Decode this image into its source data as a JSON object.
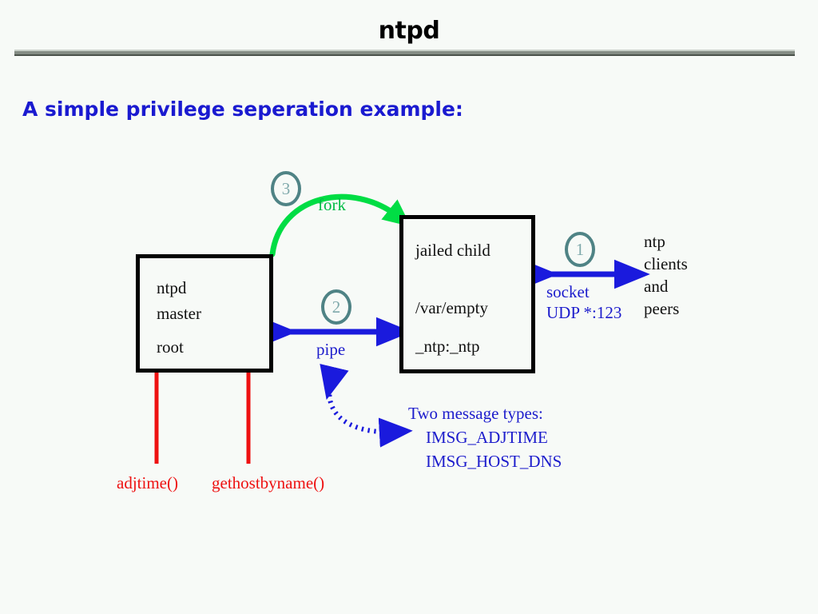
{
  "header": {
    "title": "ntpd",
    "rule_color": "#848c84"
  },
  "subtitle": "A simple privilege seperation example:",
  "colors": {
    "background": "#f7faf7",
    "blue": "#1c1ccc",
    "red": "#ee1111",
    "green": "#00dd44",
    "badge_ring": "#4f8385",
    "badge_text": "#7fa9ab",
    "box_border": "#000000"
  },
  "diagram": {
    "boxes": [
      {
        "id": "master",
        "lines": [
          "ntpd",
          "master",
          "root"
        ]
      },
      {
        "id": "child",
        "lines": [
          "jailed child",
          "/var/empty",
          "_ntp:_ntp"
        ]
      }
    ],
    "badges": [
      {
        "id": "1",
        "label": "1"
      },
      {
        "id": "2",
        "label": "2"
      },
      {
        "id": "3",
        "label": "3"
      }
    ],
    "connections": [
      {
        "id": "fork",
        "label": "fork",
        "style": "curved-green-arrow"
      },
      {
        "id": "pipe",
        "label": "pipe",
        "style": "blue-double-arrow"
      },
      {
        "id": "socket",
        "label": "socket",
        "sublabel": "UDP *:123",
        "style": "blue-double-arrow"
      },
      {
        "id": "imsg",
        "label": "",
        "style": "blue-dotted-double-arrow"
      }
    ],
    "endpoint_text": {
      "clients": [
        "ntp",
        "clients",
        "and",
        "peers"
      ]
    },
    "syscalls": [
      "adjtime()",
      "gethostbyname()"
    ],
    "messages": {
      "heading": "Two message types:",
      "items": [
        "IMSG_ADJTIME",
        "IMSG_HOST_DNS"
      ]
    }
  }
}
